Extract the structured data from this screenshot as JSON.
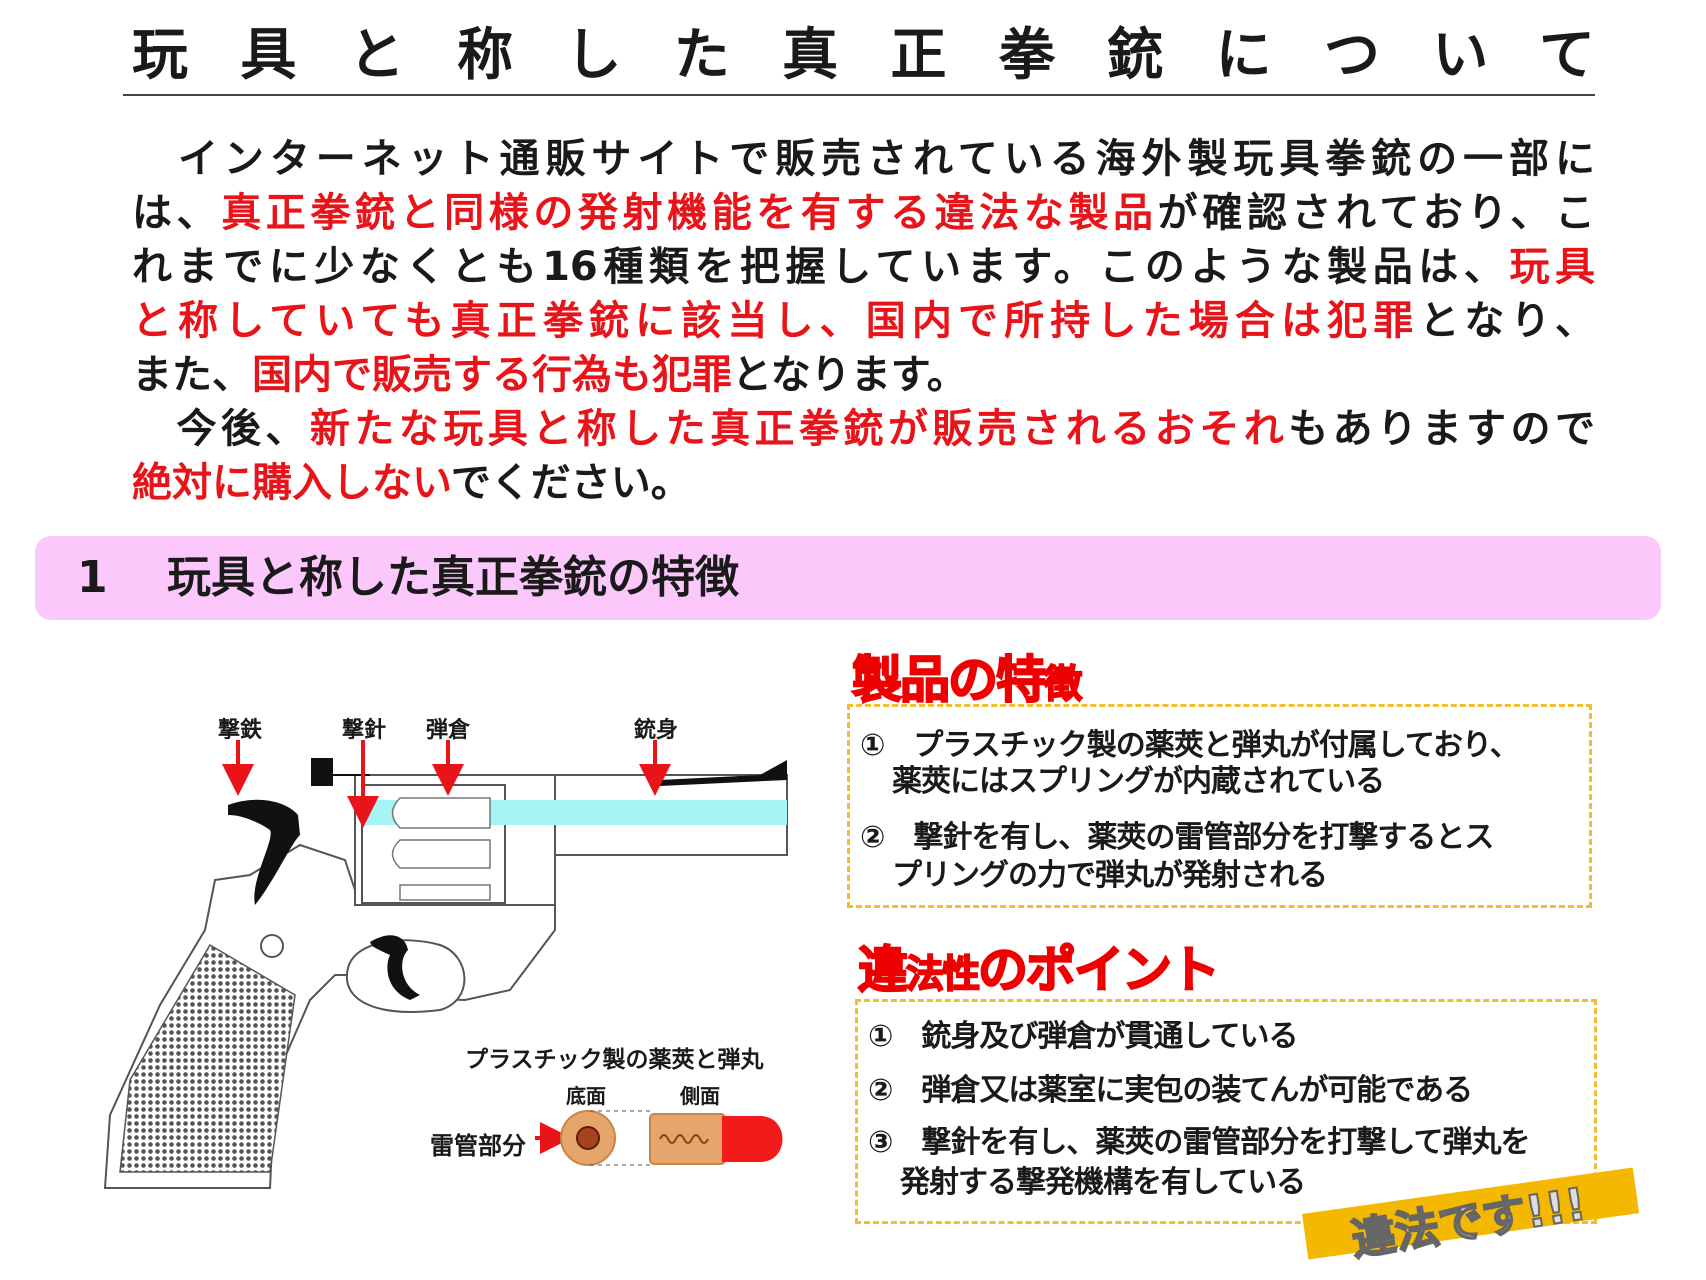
{
  "title": "玩具と称した真正拳銃について",
  "intro": {
    "l1": "　インターネット通販サイトで販売されている海外製玩具拳銃の一部に",
    "l2a": "は、",
    "l2b": "真正拳銃と同様の発射機能を有する違法な製品",
    "l2c": "が確認されており、こ",
    "l3a": "れまでに少なくとも16種類を把握しています。このような製品は、",
    "l3b": "玩具",
    "l4a": "と称していても真正拳銃に該当し、国内で所持した場合は犯罪",
    "l4b": "となり、",
    "l5a": "また、",
    "l5b": "国内で販売する行為も犯罪",
    "l5c": "となります。",
    "l6a": "　今後、",
    "l6b": "新たな玩具と称した真正拳銃が販売されるおそれ",
    "l6c": "もありますので",
    "l7a": "絶対に購入しない",
    "l7b": "でください。"
  },
  "section": {
    "number": "1",
    "title": "玩具と称した真正拳銃の特徴"
  },
  "diagram": {
    "labels": {
      "hammer": "撃鉄",
      "firing_pin": "撃針",
      "cylinder": "弾倉",
      "barrel": "銃身"
    },
    "cartridge_title": "プラスチック製の薬莢と弾丸",
    "bottom": "底面",
    "side": "側面",
    "primer": "雷管部分"
  },
  "features": {
    "heading_a": "製品の特",
    "heading_b": "徴",
    "items": [
      {
        "l1": "①　プラスチック製の薬莢と弾丸が付属しており、",
        "l2": "薬莢にはスプリングが内蔵されている"
      },
      {
        "l1": "②　撃針を有し、薬莢の雷管部分を打撃するとス",
        "l2": "プリングの力で弾丸が発射される"
      }
    ]
  },
  "illegality": {
    "heading_a": "違",
    "heading_b": "法性",
    "heading_c": "のポイント",
    "items": [
      {
        "l1": "①　銃身及び弾倉が貫通している"
      },
      {
        "l1": "②　弾倉又は薬室に実包の装てんが可能である"
      },
      {
        "l1": "③　撃針を有し、薬莢の雷管部分を打撃して弾丸を",
        "l2": "発射する撃発機構を有している"
      }
    ]
  },
  "stamp": "違法です!!!",
  "colors": {
    "accent_red": "#e8141a",
    "band_pink": "#fcc8fc",
    "dash_orange": "#f2bd32",
    "stamp_yellow": "#f5b800",
    "barrel_cyan": "#a6f4f4"
  }
}
